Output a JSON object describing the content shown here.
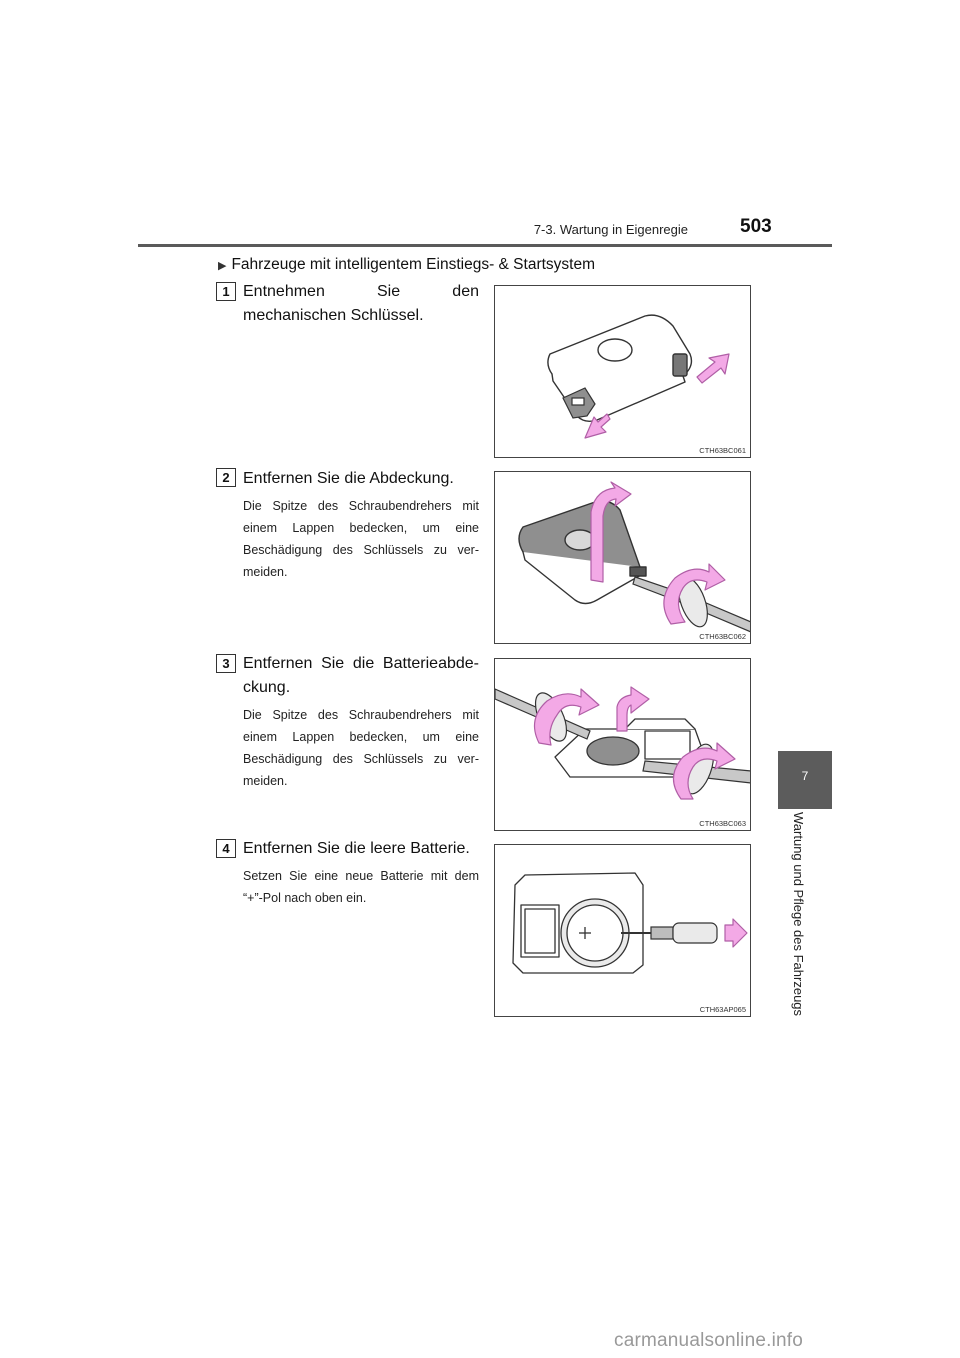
{
  "header": {
    "section": "7-3. Wartung in Eigenregie",
    "page_number": "503"
  },
  "chapter_tab": {
    "number": "7",
    "title": "Wartung und Pflege des Fahrzeugs"
  },
  "subheading": "Fahrzeuge mit intelligentem Einstiegs- & Startsystem",
  "steps": [
    {
      "number": "1",
      "title": "Entnehmen Sie den mechanischen Schlüssel.",
      "note": "",
      "figure_code": "CTH63BC061"
    },
    {
      "number": "2",
      "title": "Entfernen Sie die Abdeckung.",
      "note": "Die Spitze des Schraubendrehers mit einem Lappen bedecken, um eine Beschädigung des Schlüssels zu ver-meiden.",
      "figure_code": "CTH63BC062"
    },
    {
      "number": "3",
      "title": "Entfernen Sie die Batterieabde-ckung.",
      "note": "Die Spitze des Schraubendrehers mit einem Lappen bedecken, um eine Beschädigung des Schlüssels zu ver-meiden.",
      "figure_code": "CTH63BC063"
    },
    {
      "number": "4",
      "title": "Entfernen Sie die leere Batterie.",
      "note": "Setzen Sie eine neue Batterie mit dem “+”-Pol nach oben ein.",
      "figure_code": "CTH63AP065"
    }
  ],
  "footer": {
    "watermark": "carmanualsonline.info"
  },
  "colors": {
    "arrow_fill": "#f3a9e6",
    "arrow_stroke": "#b05fa6",
    "key_gray": "#8f8f8f",
    "rule": "#5a5a5a",
    "tab": "#5c5c5c"
  }
}
